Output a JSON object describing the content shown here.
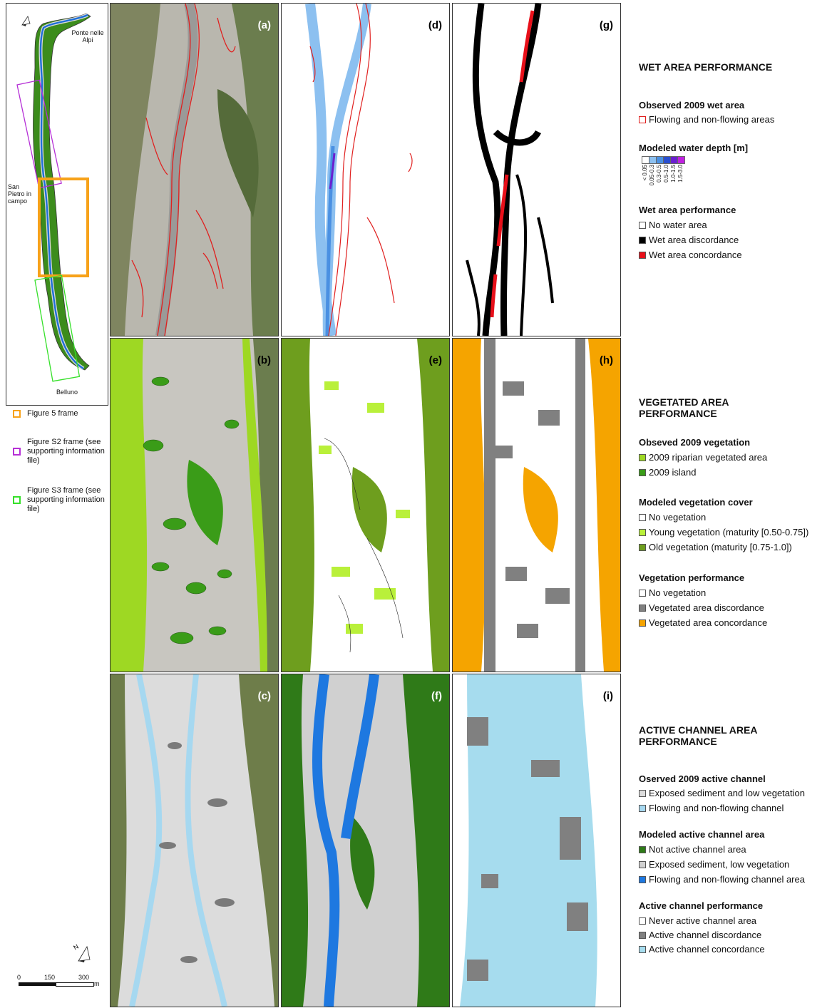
{
  "overview": {
    "place_top": "Ponte nelle Alpi",
    "place_mid": "San Pietro in campo",
    "place_bottom": "Belluno",
    "north_label": "N"
  },
  "frames": [
    {
      "label": "Figure 5 frame",
      "color": "#f7a21a"
    },
    {
      "label": "Figure S2 frame (see supporting information file)",
      "color": "#b52fd6"
    },
    {
      "label": "Figure S3 frame (see supporting information file)",
      "color": "#36e02a"
    }
  ],
  "panels": {
    "a": "(a)",
    "b": "(b)",
    "c": "(c)",
    "d": "(d)",
    "e": "(e)",
    "f": "(f)",
    "g": "(g)",
    "h": "(h)",
    "i": "(i)"
  },
  "scale": {
    "ticks": [
      "0",
      "150",
      "300"
    ],
    "unit": "m"
  },
  "legend": {
    "wet": {
      "title": "WET AREA PERFORMANCE",
      "observed_title": "Observed 2009 wet area",
      "observed_items": [
        {
          "label": "Flowing and non-flowing areas",
          "color": "#e0201f"
        }
      ],
      "depth_title": "Modeled water depth [m]",
      "depth_classes": [
        {
          "label": "< 0.05",
          "color": "#ffffff"
        },
        {
          "label": "0.05-0.3",
          "color": "#8cc0f0"
        },
        {
          "label": "0.3-0.5",
          "color": "#4a90e2"
        },
        {
          "label": "0.5-1.0",
          "color": "#2a4fd0"
        },
        {
          "label": "1.0-1.5",
          "color": "#6a20d0"
        },
        {
          "label": "1.5-3.0",
          "color": "#c020e0"
        }
      ],
      "perf_title": "Wet area performance",
      "perf_items": [
        {
          "label": "No water area",
          "color": "#ffffff"
        },
        {
          "label": "Wet area discordance",
          "color": "#000000"
        },
        {
          "label": "Wet area concordance",
          "color": "#e8101a"
        }
      ]
    },
    "veg": {
      "title": "VEGETATED AREA PERFORMANCE",
      "observed_title": "Obseved 2009 vegetation",
      "observed_items": [
        {
          "label": "2009 riparian vegetated area",
          "color": "#9ed823"
        },
        {
          "label": "2009 island",
          "color": "#3a9c18"
        }
      ],
      "modeled_title": "Modeled vegetation cover",
      "modeled_items": [
        {
          "label": "No vegetation",
          "color": "#ffffff"
        },
        {
          "label": "Young vegetation (maturity [0.50-0.75])",
          "color": "#b9f03a"
        },
        {
          "label": "Old vegetation (maturity [0.75-1.0])",
          "color": "#6e9e1e"
        }
      ],
      "perf_title": "Vegetation performance",
      "perf_items": [
        {
          "label": "No vegetation",
          "color": "#ffffff"
        },
        {
          "label": "Vegetated area discordance",
          "color": "#808080"
        },
        {
          "label": "Vegetated area concordance",
          "color": "#f5a400"
        }
      ]
    },
    "active": {
      "title": "ACTIVE CHANNEL AREA PERFORMANCE",
      "observed_title": "Oserved 2009 active channel",
      "observed_items": [
        {
          "label": "Exposed sediment and low vegetation",
          "color": "#dcdcdc"
        },
        {
          "label": "Flowing and non-flowing channel",
          "color": "#a6d8f0"
        }
      ],
      "modeled_title": "Modeled active channel area",
      "modeled_items": [
        {
          "label": "Not active channel area",
          "color": "#2f7a18"
        },
        {
          "label": "Exposed sediment, low vegetation",
          "color": "#d0d0d0"
        },
        {
          "label": "Flowing and non-flowing channel area",
          "color": "#1e78e0"
        }
      ],
      "perf_title": "Active channel performance",
      "perf_items": [
        {
          "label": "Never active channel area",
          "color": "#ffffff"
        },
        {
          "label": "Active channel discordance",
          "color": "#808080"
        },
        {
          "label": "Active channel concordance",
          "color": "#a6dcee"
        }
      ]
    }
  }
}
